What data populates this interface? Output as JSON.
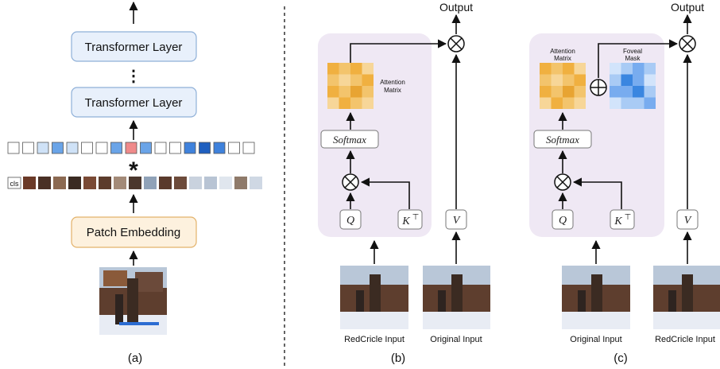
{
  "panel_a": {
    "transformer_top": "Transformer Layer",
    "ellipsis": "⋮",
    "transformer_bottom": "Transformer Layer",
    "star": "*",
    "cls_token": "cls",
    "patch_embedding": "Patch Embedding",
    "caption": "(a)",
    "token_colors": [
      "#ffffff",
      "#ffffff",
      "#cfe2f7",
      "#6aa4e8",
      "#cfe2f7",
      "#ffffff",
      "#ffffff",
      "#6aa4e8",
      "#f08a8a",
      "#6aa4e8",
      "#ffffff",
      "#ffffff",
      "#3f82dc",
      "#1f5fbf",
      "#3f82dc",
      "#ffffff",
      "#ffffff"
    ]
  },
  "panel_b": {
    "output": "Output",
    "attention_matrix": "Attention Matrix",
    "softmax": "Softmax",
    "q": "Q",
    "k": "K",
    "k_sup": "⊤",
    "v": "V",
    "input_left": "RedCricle Input",
    "input_right": "Original Input",
    "caption": "(b)"
  },
  "panel_c": {
    "output": "Output",
    "attention_matrix": "Attention Matrix",
    "foveal_mask": "Foveal Mask",
    "softmax": "Softmax",
    "q": "Q",
    "k": "K",
    "k_sup": "⊤",
    "v": "V",
    "input_left": "Original Input",
    "input_right": "RedCricle Input",
    "caption": "(c)"
  },
  "colors": {
    "transformer_fill": "#e8f0fb",
    "transformer_stroke": "#8fb0d8",
    "patch_fill": "#fdf1de",
    "patch_stroke": "#e3b26a",
    "panel_bg": "#efe8f4",
    "attention_palette": [
      "#f0b040",
      "#f3c46c",
      "#f7d698",
      "#e8a432"
    ],
    "mask_palette": [
      "#3a86e0",
      "#78acef",
      "#a9cbf5",
      "#d2e4fb"
    ]
  }
}
